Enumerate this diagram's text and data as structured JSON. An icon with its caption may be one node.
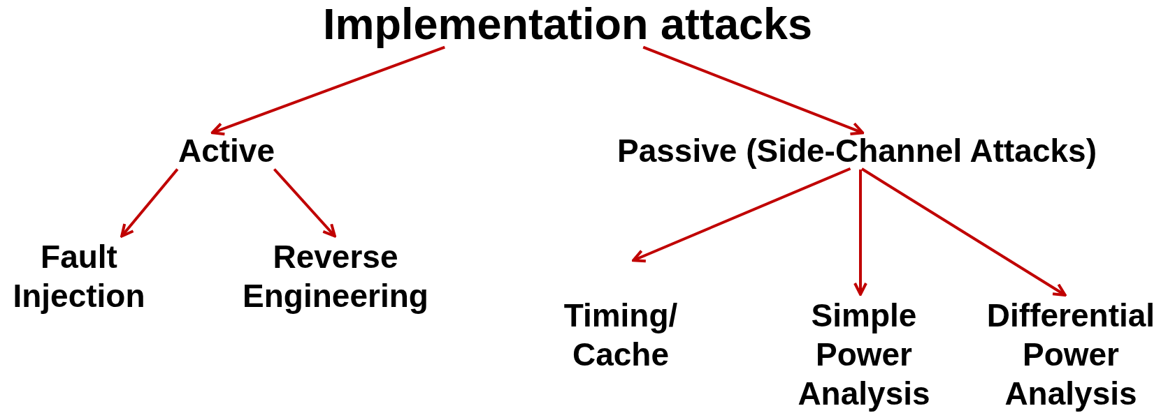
{
  "diagram": {
    "nodes": [
      {
        "text": [
          "Implementation attacks"
        ]
      },
      {
        "text": [
          "Active"
        ]
      },
      {
        "text": [
          "Passive (Side-Channel Attacks)"
        ]
      },
      {
        "text": [
          "Fault Injection"
        ]
      },
      {
        "text": [
          "Reverse Engineering"
        ]
      },
      {
        "text": [
          "Timing/ Cache"
        ]
      },
      {
        "text": [
          "Simple Power Analysis"
        ]
      },
      {
        "text": [
          "Differential Power Analysis"
        ]
      }
    ],
    "edges": [
      {
        "from": 0,
        "to": 1,
        "arrow": "to"
      },
      {
        "from": 0,
        "to": 2,
        "arrow": "to"
      },
      {
        "from": 1,
        "to": 3,
        "arrow": "to"
      },
      {
        "from": 1,
        "to": 4,
        "arrow": "to"
      },
      {
        "from": 2,
        "to": 5,
        "arrow": "to"
      },
      {
        "from": 2,
        "to": 6,
        "arrow": "to"
      },
      {
        "from": 2,
        "to": 7,
        "arrow": "to"
      }
    ]
  }
}
